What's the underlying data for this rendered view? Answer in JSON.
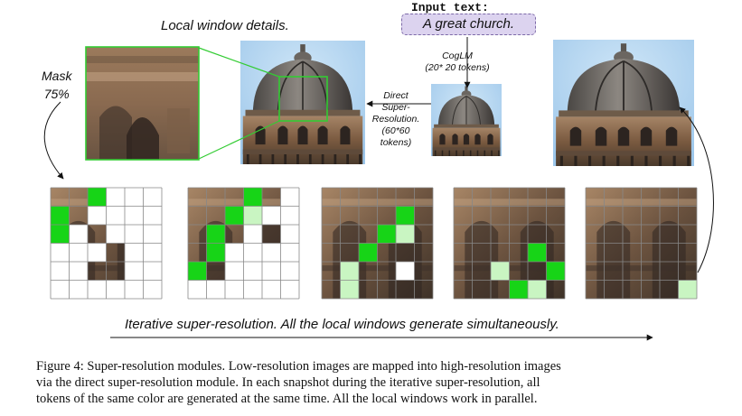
{
  "labels": {
    "local_window": "Local window details.",
    "mask": "Mask",
    "mask_pct": "75%",
    "input_title": "Input text:",
    "input_text": "A great church.",
    "coglm": "CogLM",
    "coglm_tokens": "(20* 20 tokens)",
    "dsr_1": "Direct",
    "dsr_2": "Super-",
    "dsr_3": "Resolution.",
    "dsr_4": "(60*60",
    "dsr_5": "tokens)",
    "iterative": "Iterative super-resolution. All the local windows generate simultaneously."
  },
  "caption": {
    "line1": "Figure 4: Super-resolution modules. Low-resolution images are mapped into high-resolution images",
    "line2": "via the direct super-resolution module. In each snapshot during the iterative super-resolution, all",
    "line3": "tokens of the same color are generated at the same time. All the local windows work in parallel."
  },
  "colors": {
    "input_fill": "#dcd3ef",
    "input_border": "#7d6aa8",
    "green_bright": "#17d417",
    "green_light": "#c9f5c2",
    "highlight_border": "#33cc33"
  }
}
